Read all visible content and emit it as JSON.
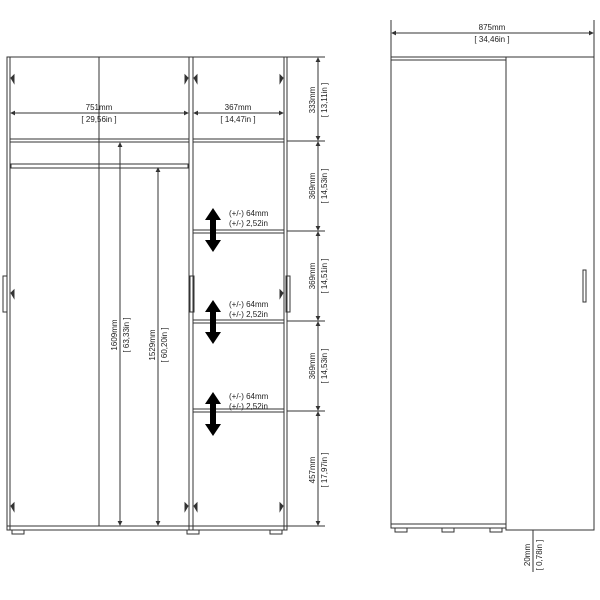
{
  "front_view": {
    "left_compartment": {
      "width_mm": "751mm",
      "width_in": "29,56in",
      "door_height_mm": "1609mm",
      "door_height_in": "63,33in",
      "hanging_height_mm": "1529mm",
      "hanging_height_in": "60,20in"
    },
    "right_compartment": {
      "width_mm": "367mm",
      "width_in": "14,47in",
      "shelf_heights": [
        {
          "mm": "333mm",
          "in": "13,11in"
        },
        {
          "mm": "369mm",
          "in": "14,53in"
        },
        {
          "mm": "369mm",
          "in": "14,51in"
        },
        {
          "mm": "369mm",
          "in": "14,53in"
        },
        {
          "mm": "457mm",
          "in": "17,97in"
        }
      ],
      "adjustments": [
        {
          "mm": "(+/-) 64mm",
          "in": "(+/-) 2,52in"
        },
        {
          "mm": "(+/-) 64mm",
          "in": "(+/-) 2,52in"
        },
        {
          "mm": "(+/-) 64mm",
          "in": "(+/-) 2,52in"
        }
      ]
    }
  },
  "side_view": {
    "width_mm": "875mm",
    "width_in": "34,46in",
    "foot_height_mm": "20mm",
    "foot_height_in": "0,78in"
  },
  "colors": {
    "line": "#333333",
    "arrow": "#000000",
    "background": "#ffffff"
  }
}
